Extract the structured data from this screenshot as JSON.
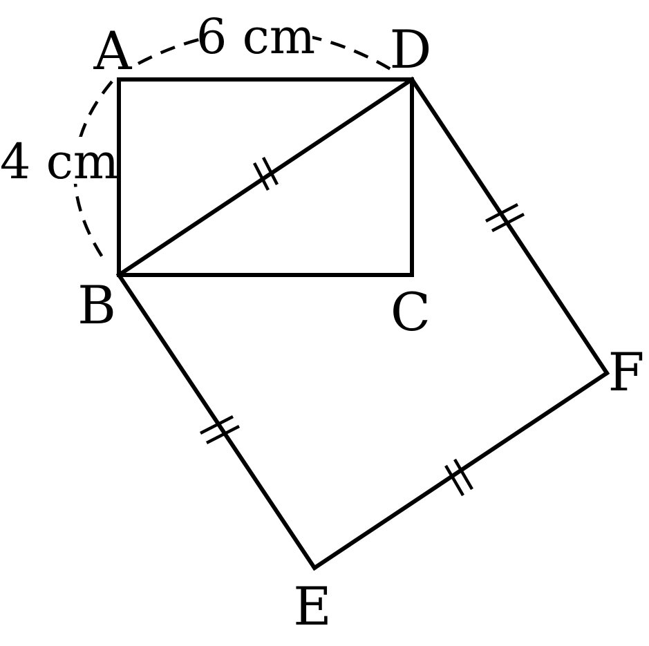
{
  "figure": {
    "points": {
      "A": "A",
      "B": "B",
      "C": "C",
      "D": "D",
      "E": "E",
      "F": "F"
    },
    "dimensions": {
      "top": "6 cm",
      "left": "4 cm"
    },
    "shapes": [
      {
        "name": "rectangle ABCD",
        "vertices": [
          "A",
          "B",
          "C",
          "D"
        ]
      },
      {
        "name": "square BEFD",
        "vertices": [
          "B",
          "E",
          "F",
          "D"
        ]
      }
    ],
    "segments": [
      "AD",
      "AB",
      "BC",
      "CD",
      "BD",
      "BE",
      "EF",
      "FD"
    ],
    "equal_marks": [
      "BD",
      "DF",
      "BE",
      "EF"
    ],
    "dashed_arcs": [
      "AD",
      "AB"
    ]
  }
}
